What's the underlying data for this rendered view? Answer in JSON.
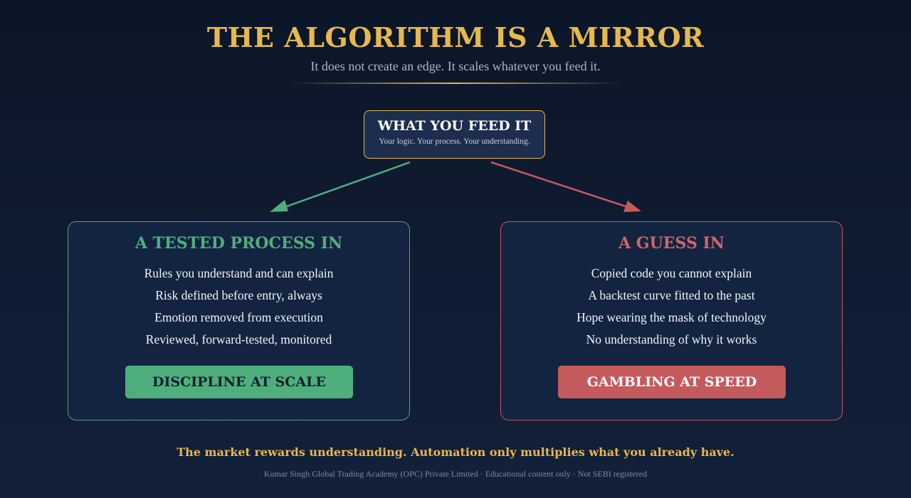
{
  "header": {
    "title": "THE ALGORITHM IS A MIRROR",
    "subtitle": "It does not create an edge. It scales whatever you feed it."
  },
  "input_node": {
    "title": "WHAT YOU FEED IT",
    "subtitle": "Your logic. Your process. Your understanding."
  },
  "branches": {
    "left": {
      "heading": "A TESTED PROCESS IN",
      "items": [
        "Rules you understand and can explain",
        "Risk defined before entry, always",
        "Emotion removed from execution",
        "Reviewed, forward-tested, monitored"
      ],
      "verdict": "DISCIPLINE AT SCALE",
      "color": "#4faf7c"
    },
    "right": {
      "heading": "A GUESS IN",
      "items": [
        "Copied code you cannot explain",
        "A backtest curve fitted to the past",
        "Hope wearing the mask of technology",
        "No understanding of why it works"
      ],
      "verdict": "GAMBLING AT SPEED",
      "color": "#c55a5c"
    }
  },
  "tagline": "The market rewards understanding. Automation only multiplies what you already have.",
  "footer": "Kumar Singh Global Trading Academy (OPC) Private Limited · Educational content only · Not SEBI registered",
  "colors": {
    "background": "#0c1628",
    "gold": "#e6b84e",
    "green": "#4faf7c",
    "red": "#c55a5c"
  }
}
